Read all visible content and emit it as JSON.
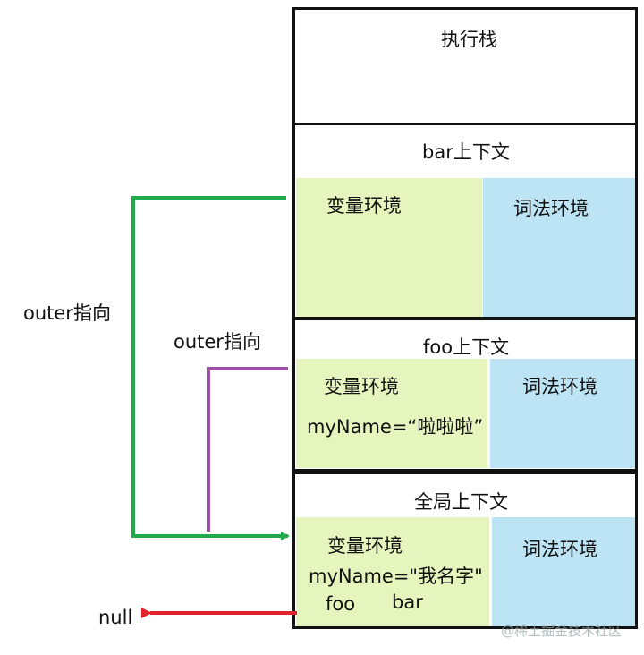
{
  "execution_stack": {
    "title": "执行栈"
  },
  "bar_context": {
    "title": "bar上下文",
    "variable_env": {
      "label": "变量环境"
    },
    "lexical_env": {
      "label": "词法环境"
    }
  },
  "foo_context": {
    "title": "foo上下文",
    "variable_env": {
      "label": "变量环境",
      "content": "myName=“啦啦啦”"
    },
    "lexical_env": {
      "label": "词法环境"
    }
  },
  "global_context": {
    "title": "全局上下文",
    "variable_env": {
      "label": "变量环境",
      "content": "myName=\"我名字\"",
      "item_foo": "foo",
      "item_bar": "bar"
    },
    "lexical_env": {
      "label": "词法环境"
    }
  },
  "arrows": {
    "bar_outer_label": "outer指向",
    "foo_outer_label": "outer指向",
    "global_outer_label": "null"
  },
  "colors": {
    "bar_outer": "#22a94a",
    "foo_outer": "#9b4fa8",
    "global_outer": "#e0222b",
    "variable_env_fill": "#e6f5bd",
    "lexical_env_fill": "#bde4f5"
  },
  "watermark": "@稀土掘金技术社区"
}
